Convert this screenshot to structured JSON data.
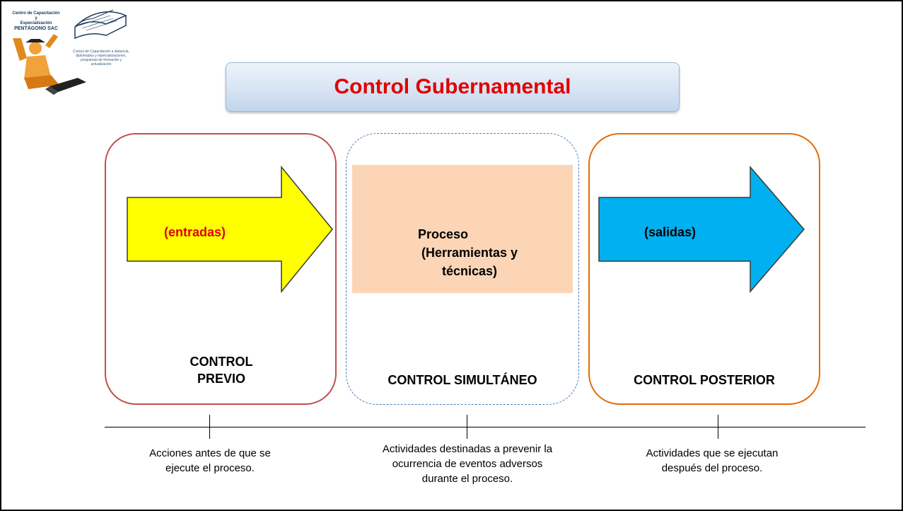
{
  "logo": {
    "org_line1": "Centro de Capacitación y",
    "org_line2": "Especialización",
    "org_line3": "PENTÁGONO SAC",
    "tagline": "Cursos de Capacitación a distancia, diplomados y especializaciones, programas de formación y actualización"
  },
  "title": "Control Gubernamental",
  "colors": {
    "title": "#e00000",
    "prev_border": "#c0504d",
    "sim_border": "#4a7ebb",
    "post_border": "#e36c09",
    "arrow_prev": "#ffff00",
    "arrow_post": "#00b0f0",
    "process_fill": "#fbd5b5"
  },
  "stages": {
    "previo": {
      "arrow_label": "(entradas)",
      "label_line1": "CONTROL",
      "label_line2": "PREVIO",
      "description_line1": "Acciones antes de que se",
      "description_line2": "ejecute el proceso."
    },
    "simultaneo": {
      "process_line1": "Proceso",
      "process_line2": "(Herramientas y",
      "process_line3": "técnicas)",
      "label": "CONTROL SIMULTÁNEO",
      "description_line1": "Actividades destinadas a prevenir la",
      "description_line2": "ocurrencia de eventos adversos",
      "description_line3": "durante el proceso."
    },
    "posterior": {
      "arrow_label": "(salidas)",
      "label": "CONTROL POSTERIOR",
      "description_line1": "Actividades que se ejecutan",
      "description_line2": "después del proceso."
    }
  }
}
